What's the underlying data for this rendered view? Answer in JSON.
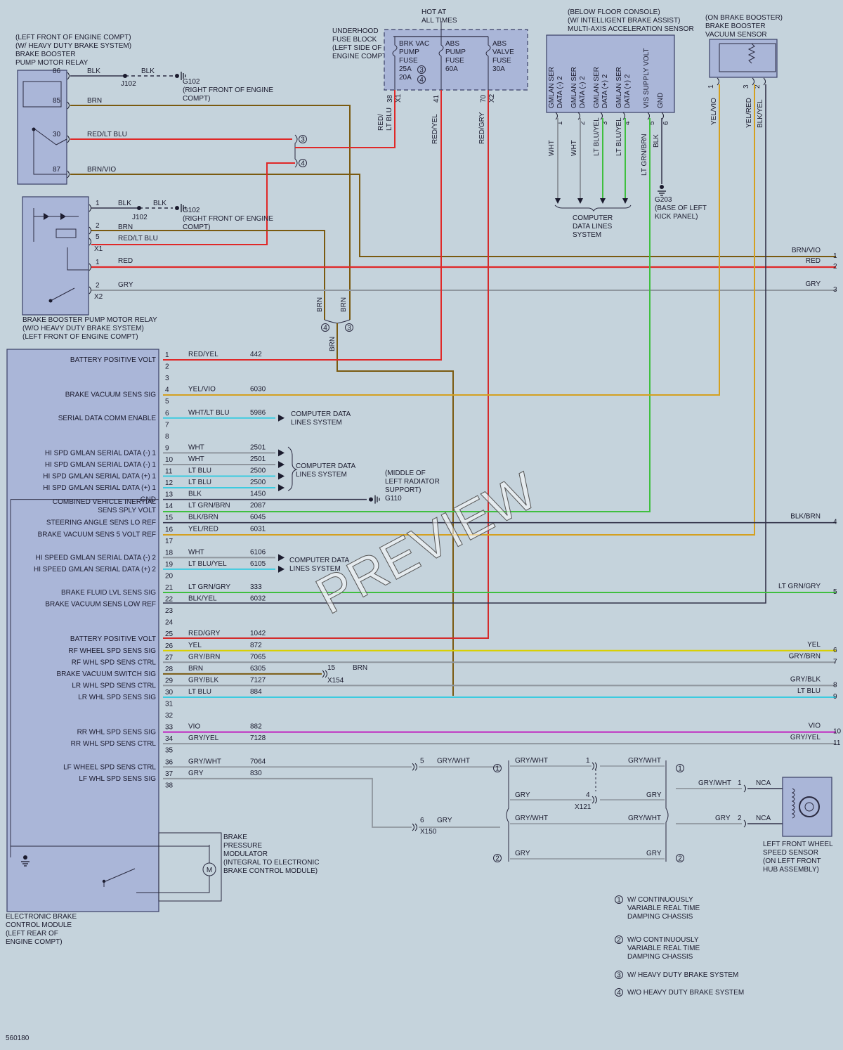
{
  "colors": {
    "BLK": "#33334a",
    "BRN": "#7a5a10",
    "RED": "#e02828",
    "GRY": "#8f969e",
    "YEL": "#d8d000",
    "VIO": "#c020c0",
    "LTBLU": "#3ccbe0",
    "LTGRN": "#3fbf3f",
    "ORNG": "#d4a020",
    "REDGRY": "#d42b2b"
  },
  "diagram_id": "560180",
  "watermark": "PREVIEW",
  "ebcm": {
    "title": "ELECTRONIC BRAKE CONTROL MODULE (LEFT REAR OF ENGINE COMPT)",
    "modulator": "BRAKE PRESSURE MODULATOR (INTEGRAL TO ELECTRONIC BRAKE CONTROL MODULE)",
    "motor": "M",
    "pins": [
      {
        "pin": "1",
        "label": "BATTERY POSITIVE VOLT",
        "wire": "RED/YEL",
        "circuit": "442"
      },
      {
        "pin": "2",
        "label": "",
        "wire": "",
        "circuit": ""
      },
      {
        "pin": "3",
        "label": "",
        "wire": "",
        "circuit": ""
      },
      {
        "pin": "4",
        "label": "BRAKE VACUUM SENS SIG",
        "wire": "YEL/VIO",
        "circuit": "6030"
      },
      {
        "pin": "5",
        "label": "",
        "wire": "",
        "circuit": ""
      },
      {
        "pin": "6",
        "label": "SERIAL DATA COMM ENABLE",
        "wire": "WHT/LT BLU",
        "circuit": "5986"
      },
      {
        "pin": "7",
        "label": "",
        "wire": "",
        "circuit": ""
      },
      {
        "pin": "8",
        "label": "",
        "wire": "",
        "circuit": ""
      },
      {
        "pin": "9",
        "label": "HI SPD GMLAN SERIAL DATA (-) 1",
        "wire": "WHT",
        "circuit": "2501"
      },
      {
        "pin": "10",
        "label": "HI SPD GMLAN SERIAL DATA (-) 1",
        "wire": "WHT",
        "circuit": "2501"
      },
      {
        "pin": "11",
        "label": "HI SPD GMLAN SERIAL DATA (+) 1",
        "wire": "LT BLU",
        "circuit": "2500"
      },
      {
        "pin": "12",
        "label": "HI SPD GMLAN SERIAL DATA (+) 1",
        "wire": "LT BLU",
        "circuit": "2500"
      },
      {
        "pin": "13",
        "label": "GND",
        "wire": "BLK",
        "circuit": "1450"
      },
      {
        "pin": "14",
        "label": "COMBINED VEHICLE INERTIAL SENS SPLY VOLT",
        "wire": "LT GRN/BRN",
        "circuit": "2087"
      },
      {
        "pin": "15",
        "label": "STEERING ANGLE SENS LO REF",
        "wire": "BLK/BRN",
        "circuit": "6045"
      },
      {
        "pin": "16",
        "label": "BRAKE VACUUM SENS 5 VOLT REF",
        "wire": "YEL/RED",
        "circuit": "6031"
      },
      {
        "pin": "17",
        "label": "",
        "wire": "",
        "circuit": ""
      },
      {
        "pin": "18",
        "label": "HI SPEED GMLAN SERIAL DATA (-) 2",
        "wire": "WHT",
        "circuit": "6106"
      },
      {
        "pin": "19",
        "label": "HI SPEED GMLAN SERIAL DATA (+) 2",
        "wire": "LT BLU/YEL",
        "circuit": "6105"
      },
      {
        "pin": "20",
        "label": "",
        "wire": "",
        "circuit": ""
      },
      {
        "pin": "21",
        "label": "BRAKE FLUID LVL SENS SIG",
        "wire": "LT GRN/GRY",
        "circuit": "333"
      },
      {
        "pin": "22",
        "label": "BRAKE VACUUM SENS LOW REF",
        "wire": "BLK/YEL",
        "circuit": "6032"
      },
      {
        "pin": "23",
        "label": "",
        "wire": "",
        "circuit": ""
      },
      {
        "pin": "24",
        "label": "",
        "wire": "",
        "circuit": ""
      },
      {
        "pin": "25",
        "label": "BATTERY POSITIVE VOLT",
        "wire": "RED/GRY",
        "circuit": "1042"
      },
      {
        "pin": "26",
        "label": "RF WHEEL SPD SENS SIG",
        "wire": "YEL",
        "circuit": "872"
      },
      {
        "pin": "27",
        "label": "RF WHL SPD SENS CTRL",
        "wire": "GRY/BRN",
        "circuit": "7065"
      },
      {
        "pin": "28",
        "label": "BRAKE VACUUM SWITCH SIG",
        "wire": "BRN",
        "circuit": "6305"
      },
      {
        "pin": "29",
        "label": "LR WHL SPD SENS CTRL",
        "wire": "GRY/BLK",
        "circuit": "7127"
      },
      {
        "pin": "30",
        "label": "LR WHL SPD SENS SIG",
        "wire": "LT BLU",
        "circuit": "884"
      },
      {
        "pin": "31",
        "label": "",
        "wire": "",
        "circuit": ""
      },
      {
        "pin": "32",
        "label": "",
        "wire": "",
        "circuit": ""
      },
      {
        "pin": "33",
        "label": "RR WHL SPD SENS SIG",
        "wire": "VIO",
        "circuit": "882"
      },
      {
        "pin": "34",
        "label": "RR WHL SPD SENS CTRL",
        "wire": "GRY/YEL",
        "circuit": "7128"
      },
      {
        "pin": "35",
        "label": "",
        "wire": "",
        "circuit": ""
      },
      {
        "pin": "36",
        "label": "LF WHEEL SPD SENS CTRL",
        "wire": "GRY/WHT",
        "circuit": "7064"
      },
      {
        "pin": "37",
        "label": "LF WHL SPD SENS SIG",
        "wire": "GRY",
        "circuit": "830"
      },
      {
        "pin": "38",
        "label": "",
        "wire": "",
        "circuit": ""
      }
    ]
  },
  "relay_hd": {
    "title": "(LEFT FRONT OF ENGINE COMPT) (W/ HEAVY DUTY BRAKE SYSTEM) BRAKE BOOSTER PUMP MOTOR RELAY",
    "pins": [
      {
        "pin": "86",
        "wire": "BLK"
      },
      {
        "pin": "85",
        "wire": "BRN"
      },
      {
        "pin": "30",
        "wire": "RED/LT BLU"
      },
      {
        "pin": "87",
        "wire": "BRN/VIO"
      }
    ],
    "splice": "J102",
    "splice_wire": "BLK",
    "ground": "G102",
    "ground_loc": "(RIGHT FRONT OF ENGINE COMPT)"
  },
  "relay_std": {
    "title": "BRAKE BOOSTER PUMP MOTOR RELAY (W/O HEAVY DUTY BRAKE SYSTEM) (LEFT FRONT OF ENGINE COMPT)",
    "pins": [
      {
        "pin": "1",
        "wire": "BLK"
      },
      {
        "pin": "2",
        "wire": "BRN"
      },
      {
        "pin": "5",
        "wire": "RED/LT BLU"
      },
      {
        "pin": "1",
        "wire": "RED"
      },
      {
        "pin": "2",
        "wire": "GRY"
      }
    ],
    "conn1": "X1",
    "conn2": "X2",
    "splice": "J102",
    "splice_wire": "BLK",
    "ground": "G102",
    "ground_loc": "(RIGHT FRONT OF ENGINE COMPT)"
  },
  "fuse_block": {
    "hot": "HOT AT ALL TIMES",
    "title": "UNDERHOOD FUSE BLOCK (LEFT SIDE OF ENGINE COMPT)",
    "fuses": [
      {
        "name": "BRK VAC PUMP FUSE",
        "rating1": "25A",
        "rating2": "20A",
        "pin": "38",
        "conn": "X1",
        "wire": "RED/ LT BLU"
      },
      {
        "name": "ABS PUMP FUSE",
        "rating": "60A",
        "pin": "41",
        "wire": "RED/YEL"
      },
      {
        "name": "ABS VALVE FUSE",
        "rating": "30A",
        "pin": "70",
        "conn": "X2",
        "wire": "RED/GRY"
      }
    ]
  },
  "accel_sensor": {
    "title": "(BELOW FLOOR CONSOLE) (W/ INTELLIGENT BRAKE ASSIST) MULTI-AXIS ACCELERATION SENSOR",
    "pins": [
      {
        "label": "GMLAN SER DATA (-) 2",
        "pin": "1",
        "wire": "WHT"
      },
      {
        "label": "GMLAN SER DATA (-) 2",
        "pin": "2",
        "wire": "WHT"
      },
      {
        "label": "GMLAN SER DATA (+) 2",
        "pin": "3",
        "wire": "LT BLU/YEL"
      },
      {
        "label": "GMLAN SER DATA (+) 2",
        "pin": "4",
        "wire": "LT BLU/YEL"
      },
      {
        "label": "VIS SUPPLY VOLT",
        "pin": "5",
        "wire": "LT GRN/BRN"
      },
      {
        "label": "GND",
        "pin": "6",
        "wire": "BLK"
      }
    ],
    "data_lines": "COMPUTER DATA LINES SYSTEM",
    "ground": "G203",
    "ground_loc": "(BASE OF LEFT KICK PANEL)"
  },
  "vac_sensor": {
    "title": "(ON BRAKE BOOSTER) BRAKE BOOSTER VACUUM SENSOR",
    "pins": [
      {
        "pin": "1",
        "wire": "YEL/VIO"
      },
      {
        "pin": "3",
        "wire": "YEL/RED"
      },
      {
        "pin": "2",
        "wire": "BLK/YEL"
      }
    ]
  },
  "right_edge": [
    {
      "wire": "BRN/VIO",
      "num": "1"
    },
    {
      "wire": "RED",
      "num": "2"
    },
    {
      "wire": "GRY",
      "num": "3"
    },
    {
      "wire": "BLK/BRN",
      "num": "4"
    },
    {
      "wire": "LT GRN/GRY",
      "num": "5"
    },
    {
      "wire": "YEL",
      "num": "6"
    },
    {
      "wire": "GRY/BRN",
      "num": "7"
    },
    {
      "wire": "GRY/BLK",
      "num": "8"
    },
    {
      "wire": "LT BLU",
      "num": "9"
    },
    {
      "wire": "VIO",
      "num": "10"
    },
    {
      "wire": "GRY/YEL",
      "num": "11"
    }
  ],
  "refs": {
    "computer_data": "COMPUTER DATA LINES SYSTEM",
    "g110": "G110",
    "g110_loc": "(MIDDLE OF LEFT RADIATOR SUPPORT)",
    "x154": "X154",
    "x154_pin": "15",
    "x154_wire": "BRN",
    "x150": "X150",
    "x121": "X121",
    "brn": "BRN"
  },
  "lf_sensor": {
    "title": "LEFT FRONT WHEEL SPEED SENSOR (ON LEFT FRONT HUB ASSEMBLY)",
    "pin1": "1",
    "pin2": "2",
    "nca": "NCA"
  },
  "lf_wiring": {
    "x150_pin5": "5",
    "x150_pin6": "6",
    "x121_pin1": "1",
    "x121_pin4": "4",
    "gry_wht": "GRY/WHT",
    "gry": "GRY"
  },
  "legend": [
    {
      "mark": "1",
      "text": "W/ CONTINUOUSLY VARIABLE REAL TIME DAMPING CHASSIS"
    },
    {
      "mark": "2",
      "text": "W/O CONTINUOUSLY VARIABLE REAL TIME DAMPING CHASSIS"
    },
    {
      "mark": "3",
      "text": "W/ HEAVY DUTY BRAKE SYSTEM"
    },
    {
      "mark": "4",
      "text": "W/O HEAVY DUTY BRAKE SYSTEM"
    }
  ]
}
